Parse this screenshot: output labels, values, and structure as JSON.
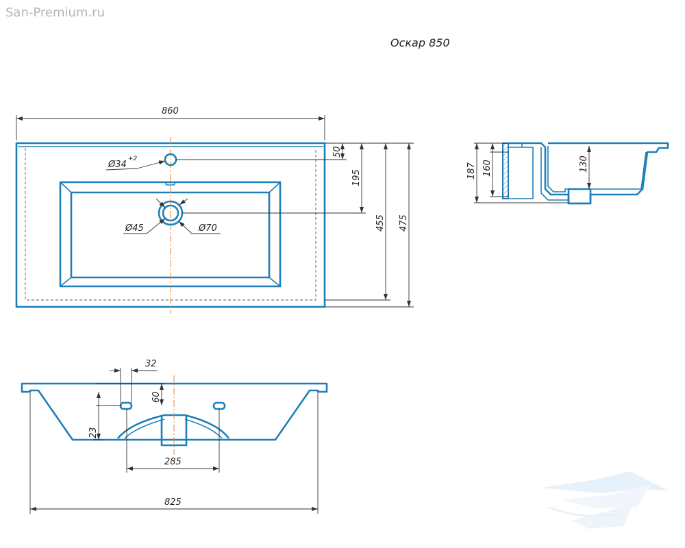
{
  "watermark": "San-Premium.ru",
  "title": "Оскар 850",
  "top_view": {
    "width_label": "860",
    "d50": "50",
    "d195": "195",
    "d455": "455",
    "d475": "475",
    "tap_hole": "Ø34",
    "tap_hole_tol": "+2",
    "drain_inner": "Ø45",
    "drain_outer": "Ø70"
  },
  "side_view": {
    "d187": "187",
    "d160": "160",
    "d130": "130"
  },
  "front_view": {
    "d32": "32",
    "d60": "60",
    "d23": "23",
    "d285": "285",
    "d825": "825"
  },
  "colors": {
    "outline": "#1e7fb8",
    "axis": "#e58a3a",
    "dimension": "#333333"
  },
  "logo": "wave-logo"
}
